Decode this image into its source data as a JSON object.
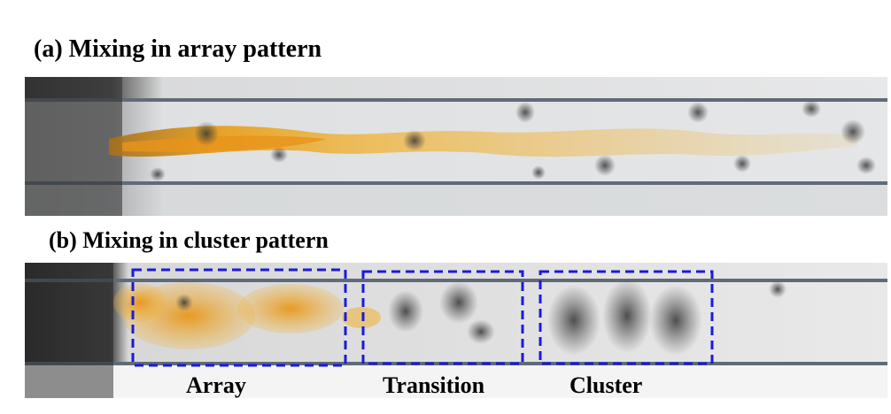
{
  "panel_a": {
    "title": "(a) Mixing in array pattern"
  },
  "panel_b": {
    "title": "(b) Mixing in cluster pattern",
    "regions": [
      {
        "label": "Array"
      },
      {
        "label": "Transition"
      },
      {
        "label": "Cluster"
      }
    ]
  },
  "colors": {
    "dye": "#e8a21a",
    "box_outline": "#1a1adb",
    "channel_wall": "#5f6b78"
  }
}
